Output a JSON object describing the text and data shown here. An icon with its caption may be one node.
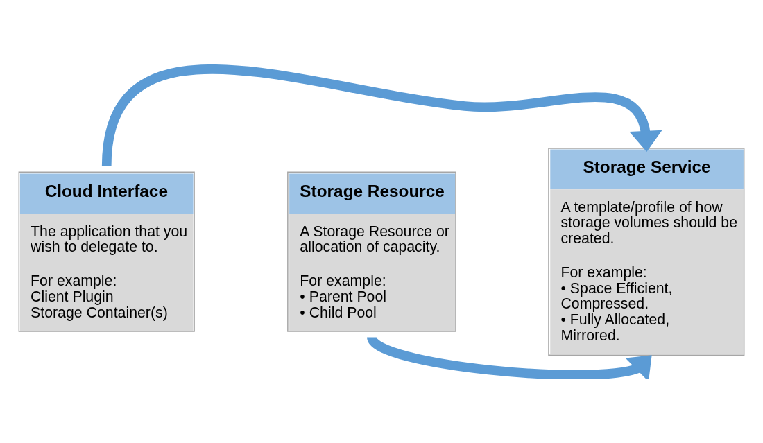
{
  "diagram": {
    "nodes": [
      {
        "text": [
          "Cloud Interface",
          "The application that you wish to delegate to.",
          "For example:",
          "Client Plugin",
          "Storage Container(s)"
        ]
      },
      {
        "text": [
          "Storage Service",
          "A template/profile of how storage volumes should be created.",
          "For example:",
          "• Space Efficient, Compressed.",
          "• Fully Allocated, Mirrored."
        ]
      },
      {
        "text": [
          "Storage Resource",
          "A Storage Resource or allocation of capacity.",
          "For example:",
          "• Parent Pool",
          "• Child Pool"
        ]
      }
    ],
    "edges": [
      {
        "from": 0,
        "to": 1,
        "arrow": "to"
      },
      {
        "from": 2,
        "to": 1,
        "arrow": "to"
      }
    ]
  }
}
